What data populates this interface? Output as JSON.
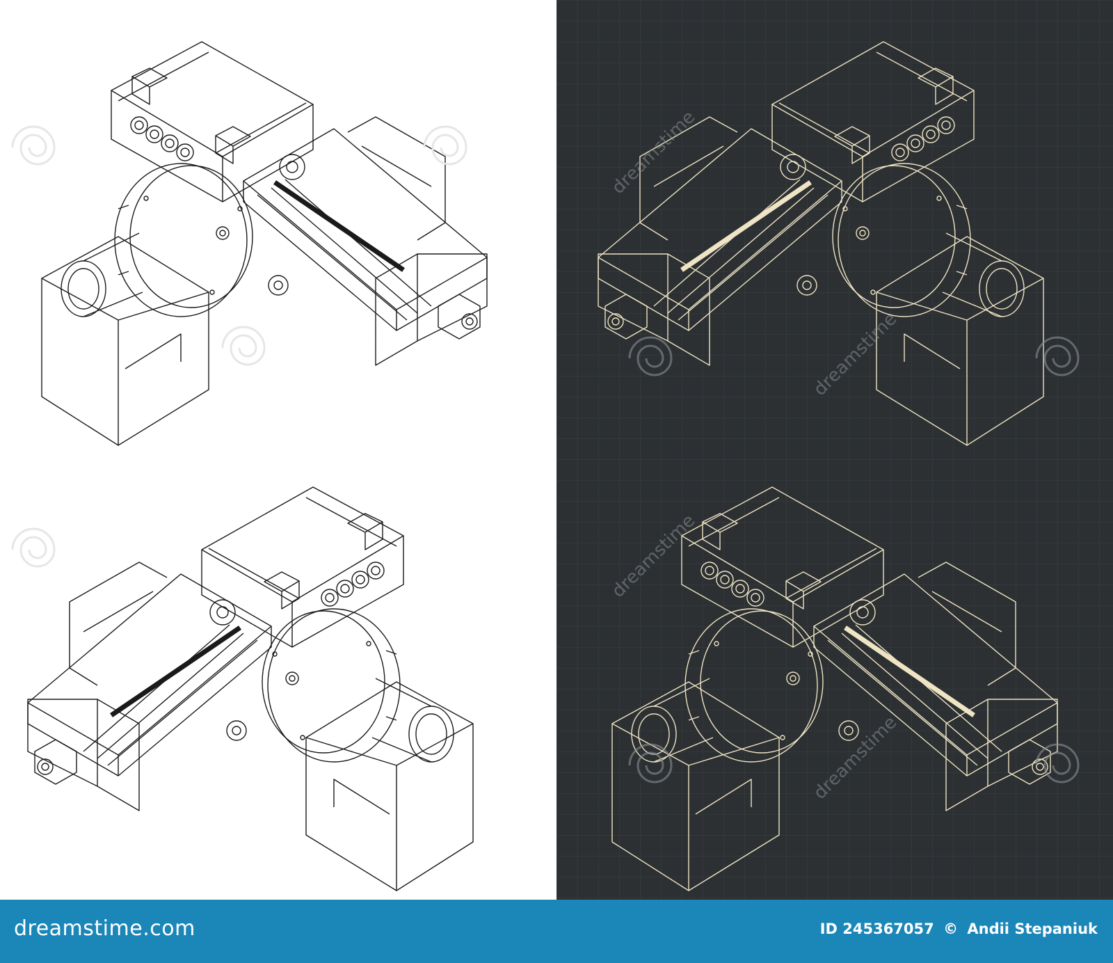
{
  "footer": {
    "brand": "dreamstime.com",
    "image_id": "ID 245367057",
    "copyright": "©",
    "author": "Andii Stepaniuk"
  },
  "watermark": {
    "text": "dreamstime"
  },
  "colors": {
    "white_panel": "#ffffff",
    "dark_panel": "#2c3033",
    "dark_grid": "#3a4044",
    "line_on_white": "#1a1a1a",
    "line_on_dark": "#efe4c4",
    "leadscrew_on_dark": "#c9b98a",
    "footer_bg": "#1b86b8",
    "footer_text": "#ffffff"
  }
}
